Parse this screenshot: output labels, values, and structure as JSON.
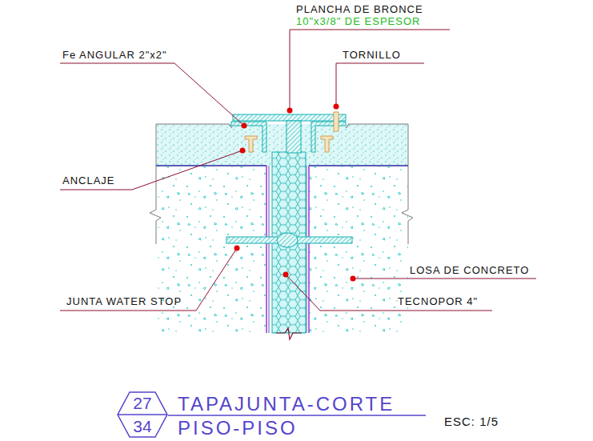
{
  "diagram": {
    "title": "TAPAJUNTA-CORTE",
    "nodes": [
      {
        "text": [
          "27",
          "34"
        ]
      }
    ],
    "labels": [
      "PLANCHA DE BRONCE",
      "10\"x3/8\" DE ESPESOR",
      "Fe ANGULAR 2\"x2\"",
      "TORNILLO",
      "ANCLAJE",
      "LOSA DE CONCRETO",
      "JUNTA WATER STOP",
      "TECNOPOR 4\"",
      "PISO-PISO",
      "ESC: 1/5"
    ]
  }
}
